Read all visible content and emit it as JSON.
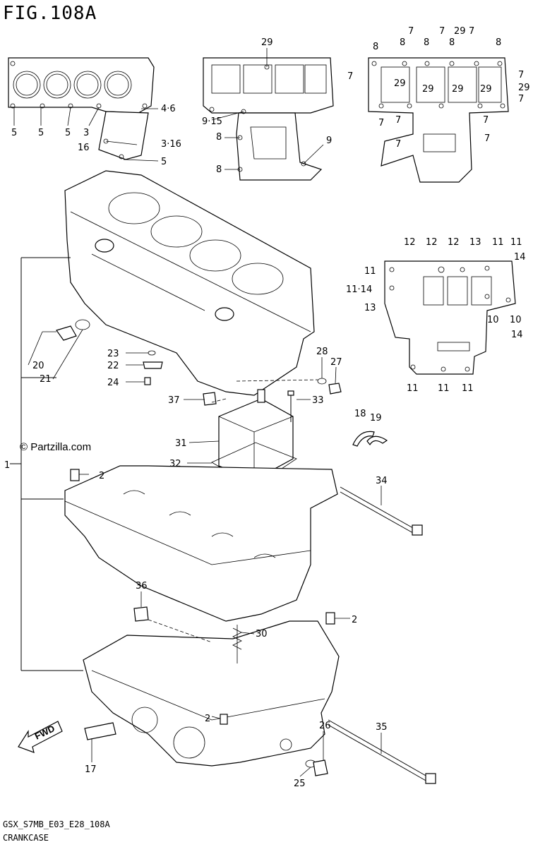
{
  "figure": {
    "title": "FIG.108A",
    "footer_code": "GSX_S7MB_E03_E28_108A",
    "footer_name": "CRANKCASE",
    "copyright": "© Partzilla.com",
    "fwd_label": "FWD"
  },
  "callouts": [
    {
      "id": "c1",
      "label": "1"
    },
    {
      "id": "c2a",
      "label": "2"
    },
    {
      "id": "c2b",
      "label": "2"
    },
    {
      "id": "c2c",
      "label": "2"
    },
    {
      "id": "c3",
      "label": "3"
    },
    {
      "id": "c3-16",
      "label": "3·16"
    },
    {
      "id": "c4-6",
      "label": "4·6"
    },
    {
      "id": "c5a",
      "label": "5"
    },
    {
      "id": "c5b",
      "label": "5"
    },
    {
      "id": "c5c",
      "label": "5"
    },
    {
      "id": "c5d",
      "label": "5"
    },
    {
      "id": "c16",
      "label": "16"
    },
    {
      "id": "c29a",
      "label": "29"
    },
    {
      "id": "c8a",
      "label": "8"
    },
    {
      "id": "c8b",
      "label": "8"
    },
    {
      "id": "c9-15",
      "label": "9·15"
    },
    {
      "id": "c9",
      "label": "9"
    },
    {
      "id": "c7a",
      "label": "7"
    },
    {
      "id": "c7b",
      "label": "7"
    },
    {
      "id": "c29b",
      "label": "29"
    },
    {
      "id": "c7c",
      "label": "7"
    },
    {
      "id": "c8c",
      "label": "8"
    },
    {
      "id": "c8d",
      "label": "8"
    },
    {
      "id": "c8e",
      "label": "8"
    },
    {
      "id": "c8f",
      "label": "8"
    },
    {
      "id": "c8g",
      "label": "8"
    },
    {
      "id": "c7d",
      "label": "7"
    },
    {
      "id": "c7e",
      "label": "7"
    },
    {
      "id": "c29c",
      "label": "29"
    },
    {
      "id": "c29d",
      "label": "29"
    },
    {
      "id": "c29e",
      "label": "29"
    },
    {
      "id": "c29f",
      "label": "29"
    },
    {
      "id": "c29g",
      "label": "29"
    },
    {
      "id": "c7f",
      "label": "7"
    },
    {
      "id": "c7g",
      "label": "7"
    },
    {
      "id": "c7h",
      "label": "7"
    },
    {
      "id": "c7i",
      "label": "7"
    },
    {
      "id": "c7j",
      "label": "7"
    },
    {
      "id": "c7k",
      "label": "7"
    },
    {
      "id": "c12a",
      "label": "12"
    },
    {
      "id": "c12b",
      "label": "12"
    },
    {
      "id": "c12c",
      "label": "12"
    },
    {
      "id": "c13a",
      "label": "13"
    },
    {
      "id": "c11a",
      "label": "11"
    },
    {
      "id": "c11b",
      "label": "11"
    },
    {
      "id": "c14",
      "label": "14"
    },
    {
      "id": "c11c",
      "label": "11"
    },
    {
      "id": "c11-14",
      "label": "11·14"
    },
    {
      "id": "c13b",
      "label": "13"
    },
    {
      "id": "c10a",
      "label": "10"
    },
    {
      "id": "c10b",
      "label": "10"
    },
    {
      "id": "c14b",
      "label": "14"
    },
    {
      "id": "c11d",
      "label": "11"
    },
    {
      "id": "c11e",
      "label": "11"
    },
    {
      "id": "c11f",
      "label": "11"
    },
    {
      "id": "c20",
      "label": "20"
    },
    {
      "id": "c21",
      "label": "21"
    },
    {
      "id": "c23",
      "label": "23"
    },
    {
      "id": "c22",
      "label": "22"
    },
    {
      "id": "c24",
      "label": "24"
    },
    {
      "id": "c28",
      "label": "28"
    },
    {
      "id": "c27",
      "label": "27"
    },
    {
      "id": "c37",
      "label": "37"
    },
    {
      "id": "c33",
      "label": "33"
    },
    {
      "id": "c18",
      "label": "18"
    },
    {
      "id": "c19",
      "label": "19"
    },
    {
      "id": "c31",
      "label": "31"
    },
    {
      "id": "c32",
      "label": "32"
    },
    {
      "id": "c34",
      "label": "34"
    },
    {
      "id": "c36",
      "label": "36"
    },
    {
      "id": "c30",
      "label": "30"
    },
    {
      "id": "c35",
      "label": "35"
    },
    {
      "id": "c26",
      "label": "26"
    },
    {
      "id": "c25",
      "label": "25"
    },
    {
      "id": "c17",
      "label": "17"
    }
  ]
}
